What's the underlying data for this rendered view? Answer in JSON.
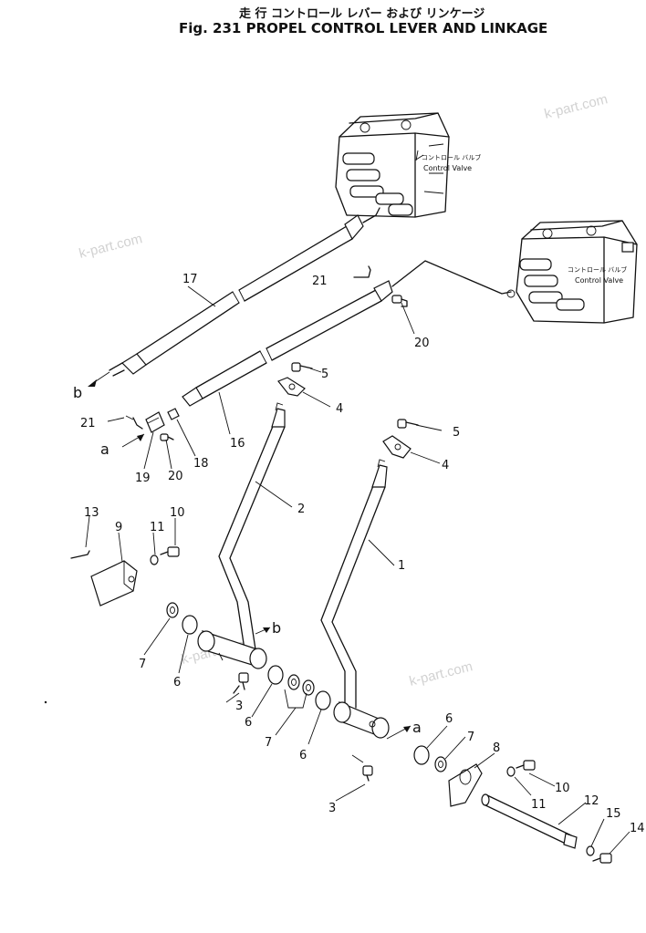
{
  "title": {
    "jp": "走 行 コントロール レバー および リンケージ",
    "en": "Fig. 231  PROPEL CONTROL LEVER AND LINKAGE"
  },
  "control_valve_label": {
    "jp": "コントロール バルブ",
    "en": "Control Valve"
  },
  "watermark": "k-part.com",
  "connection_letters": [
    "a",
    "b"
  ],
  "part_labels": [
    "1",
    "2",
    "3",
    "3",
    "4",
    "4",
    "5",
    "5",
    "6",
    "6",
    "6",
    "6",
    "7",
    "7",
    "7",
    "8",
    "9",
    "10",
    "10",
    "11",
    "11",
    "12",
    "13",
    "14",
    "15",
    "16",
    "17",
    "18",
    "19",
    "20",
    "20",
    "21",
    "21"
  ]
}
